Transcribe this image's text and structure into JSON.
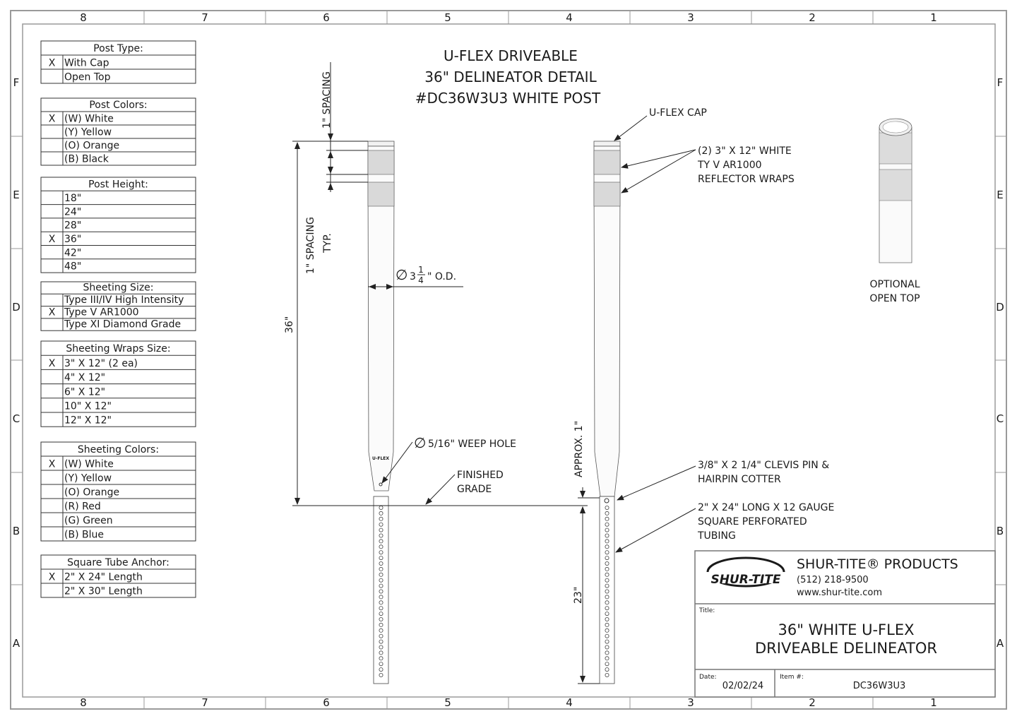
{
  "border": {
    "columns": [
      "8",
      "7",
      "6",
      "5",
      "4",
      "3",
      "2",
      "1"
    ],
    "rows": [
      "F",
      "E",
      "D",
      "C",
      "B",
      "A"
    ]
  },
  "title_block_main": {
    "line1": "U-FLEX DRIVEABLE",
    "line2": "36\" DELINEATOR DETAIL",
    "line3": "#DC36W3U3 WHITE POST"
  },
  "options": [
    {
      "heading": "Post Type:",
      "rows": [
        {
          "mark": "X",
          "label": "With Cap"
        },
        {
          "mark": "",
          "label": "Open Top"
        }
      ]
    },
    {
      "heading": "Post Colors:",
      "rows": [
        {
          "mark": "X",
          "label": "(W) White"
        },
        {
          "mark": "",
          "label": "(Y) Yellow"
        },
        {
          "mark": "",
          "label": "(O) Orange"
        },
        {
          "mark": "",
          "label": "(B) Black"
        }
      ]
    },
    {
      "heading": "Post Height:",
      "rows": [
        {
          "mark": "",
          "label": "18\""
        },
        {
          "mark": "",
          "label": "24\""
        },
        {
          "mark": "",
          "label": "28\""
        },
        {
          "mark": "X",
          "label": "36\""
        },
        {
          "mark": "",
          "label": "42\""
        },
        {
          "mark": "",
          "label": "48\""
        }
      ]
    },
    {
      "heading": "Sheeting Size:",
      "rows": [
        {
          "mark": "",
          "label": "Type III/IV High Intensity"
        },
        {
          "mark": "X",
          "label": "Type V AR1000"
        },
        {
          "mark": "",
          "label": "Type XI Diamond Grade"
        }
      ]
    },
    {
      "heading": "Sheeting Wraps Size:",
      "rows": [
        {
          "mark": "X",
          "label": "3\" X 12\" (2 ea)"
        },
        {
          "mark": "",
          "label": "4\" X 12\""
        },
        {
          "mark": "",
          "label": "6\" X 12\""
        },
        {
          "mark": "",
          "label": "10\" X 12\""
        },
        {
          "mark": "",
          "label": "12\" X 12\""
        }
      ]
    },
    {
      "heading": "Sheeting Colors:",
      "rows": [
        {
          "mark": "X",
          "label": "(W) White"
        },
        {
          "mark": "",
          "label": "(Y) Yellow"
        },
        {
          "mark": "",
          "label": "(O) Orange"
        },
        {
          "mark": "",
          "label": "(R) Red"
        },
        {
          "mark": "",
          "label": "(G) Green"
        },
        {
          "mark": "",
          "label": "(B) Blue"
        }
      ]
    },
    {
      "heading": "Square Tube Anchor:",
      "rows": [
        {
          "mark": "X",
          "label": "2\" X 24\" Length"
        },
        {
          "mark": "",
          "label": "2\" X 30\" Length"
        }
      ]
    }
  ],
  "dimensions": {
    "spacing_top": "1\" SPACING",
    "spacing_typ_1": "1\" SPACING",
    "spacing_typ_2": "TYP.",
    "height": "36\"",
    "od_pre": "3",
    "od_num": "1",
    "od_den": "4",
    "od_post": "\" O.D.",
    "weep": "5/16\" WEEP HOLE",
    "grade_1": "FINISHED",
    "grade_2": "GRADE",
    "approx": "APPROX. 1\"",
    "anchor_len": "23\""
  },
  "callouts": {
    "cap": "U-FLEX CAP",
    "wraps_1": "(2) 3\" X 12\" WHITE",
    "wraps_2": "TY V AR1000",
    "wraps_3": "REFLECTOR WRAPS",
    "clevis_1": "3/8\" X 2 1/4\" CLEVIS PIN &",
    "clevis_2": "HAIRPIN COTTER",
    "tubing_1": "2\" X 24\" LONG X 12 GAUGE",
    "tubing_2": "SQUARE PERFORATED",
    "tubing_3": "TUBING",
    "optional_1": "OPTIONAL",
    "optional_2": "OPEN TOP",
    "post_brand": "U-FLEX"
  },
  "company": {
    "logo_text": "SHUR-TITE",
    "name": "SHUR-TITE® PRODUCTS",
    "phone": "(512) 218-9500",
    "web": "www.shur-tite.com"
  },
  "drawing_info": {
    "title_label": "Title:",
    "title_1": "36\" WHITE U-FLEX",
    "title_2": "DRIVEABLE DELINEATOR",
    "date_label": "Date:",
    "date": "02/02/24",
    "item_label": "Item #:",
    "item": "DC36W3U3"
  }
}
